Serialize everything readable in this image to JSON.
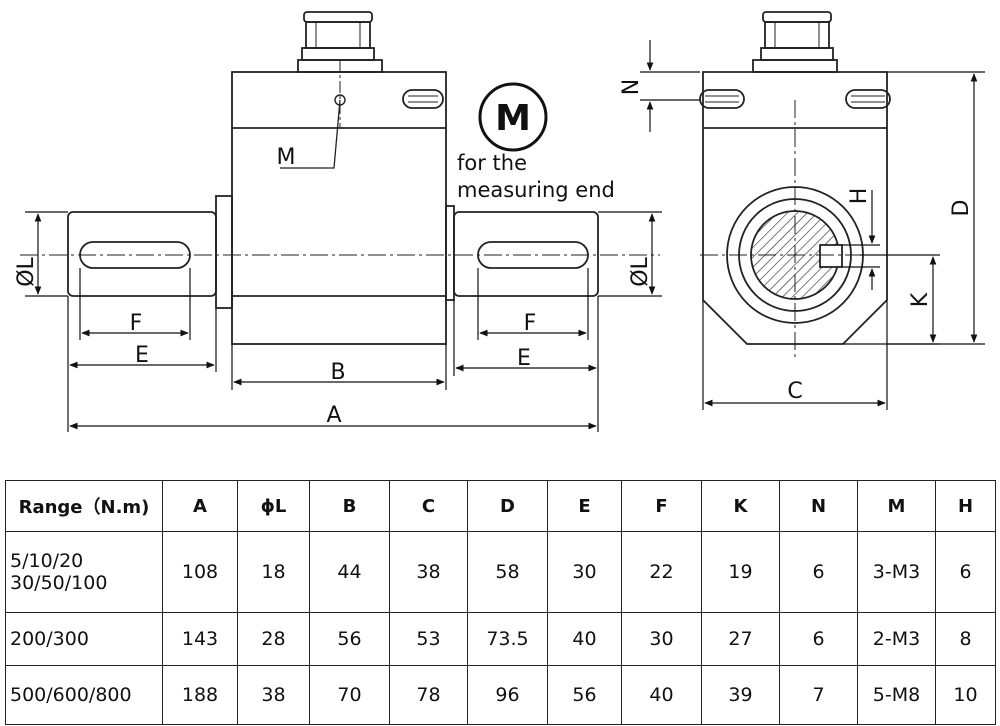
{
  "drawing": {
    "dimension_labels": {
      "A": "A",
      "B": "B",
      "C": "C",
      "D": "D",
      "E": "E",
      "F": "F",
      "K": "K",
      "N": "N",
      "H": "H",
      "M": "M",
      "phiL": "ØL"
    },
    "legend_symbol": "M",
    "legend_text_line1": "for the",
    "legend_text_line2": "measuring end"
  },
  "table": {
    "headers": [
      "Range（N.m)",
      "A",
      "ϕL",
      "B",
      "C",
      "D",
      "E",
      "F",
      "K",
      "N",
      "M",
      "H"
    ],
    "rows": [
      {
        "range_line1": "5/10/20",
        "range_line2": "30/50/100",
        "A": "108",
        "phiL": "18",
        "B": "44",
        "C": "38",
        "D": "58",
        "E": "30",
        "F": "22",
        "K": "19",
        "N": "6",
        "M": "3-M3",
        "H": "6"
      },
      {
        "range_line1": "200/300",
        "range_line2": "",
        "A": "143",
        "phiL": "28",
        "B": "56",
        "C": "53",
        "D": "73.5",
        "E": "40",
        "F": "30",
        "K": "27",
        "N": "6",
        "M": "2-M3",
        "H": "8"
      },
      {
        "range_line1": "500/600/800",
        "range_line2": "",
        "A": "188",
        "phiL": "38",
        "B": "70",
        "C": "78",
        "D": "96",
        "E": "56",
        "F": "40",
        "K": "39",
        "N": "7",
        "M": "5-M8",
        "H": "10"
      }
    ]
  }
}
